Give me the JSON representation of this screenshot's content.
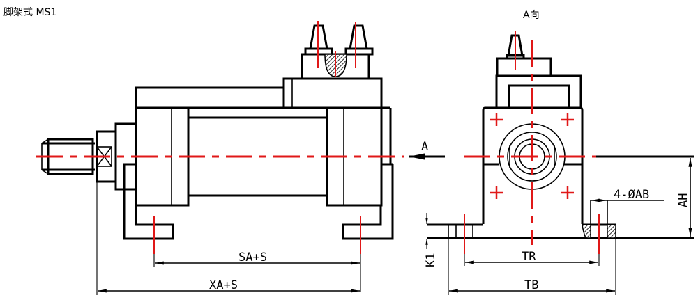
{
  "title": "脚架式 MS1",
  "view_label": "A向",
  "colors": {
    "outline": "#000000",
    "centerline": "#e01818",
    "background": "#ffffff"
  },
  "dimensions": {
    "section_arrow": "A",
    "sa_s": "SA+S",
    "xa_s": "XA+S",
    "hole_callout": "4-ØAB",
    "ah": "AH",
    "k1": "K1",
    "tr": "TR",
    "tb": "TB"
  }
}
